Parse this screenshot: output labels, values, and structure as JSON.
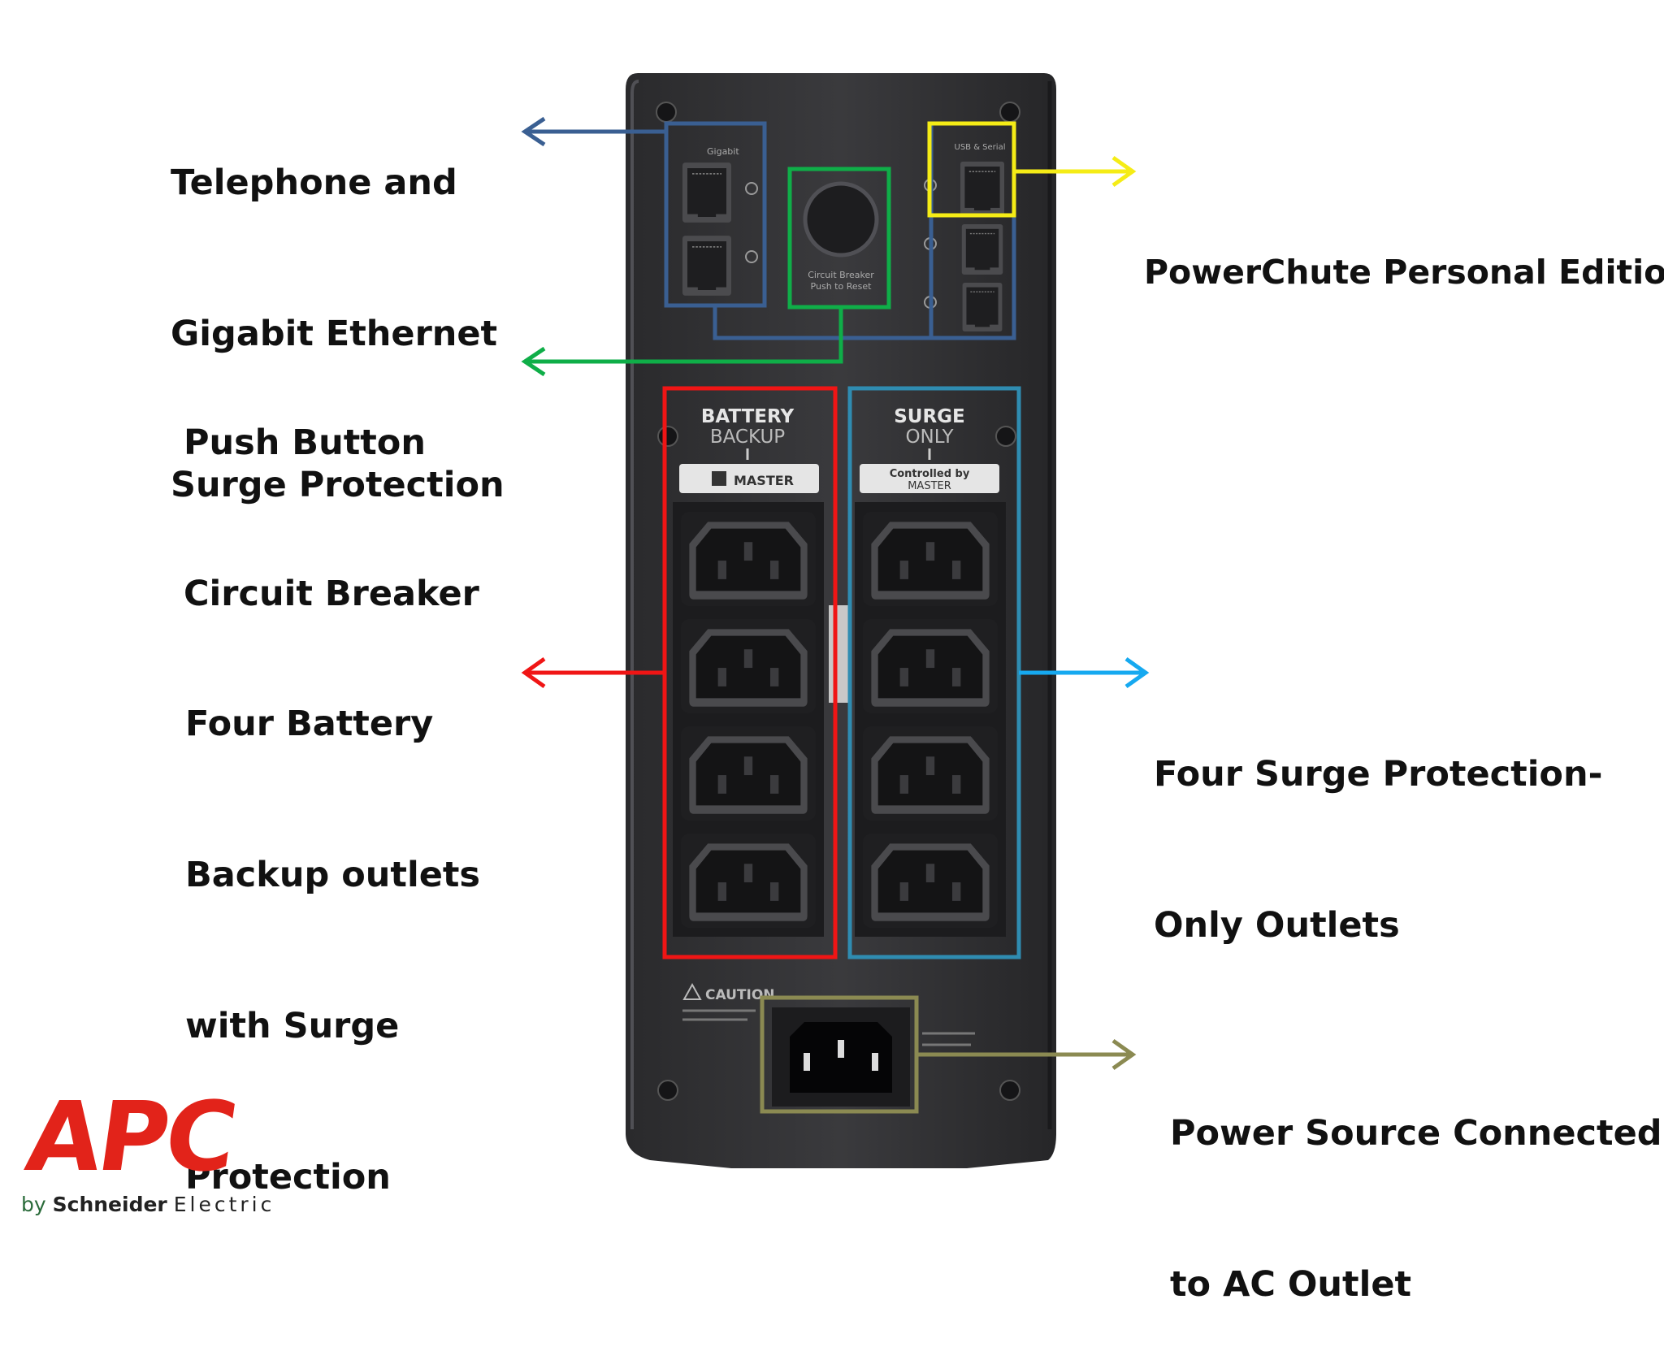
{
  "callouts": {
    "telephone": {
      "lines": [
        "Telephone and",
        "Gigabit Ethernet",
        "Surge Protection"
      ],
      "color": "#3a5f92"
    },
    "breaker": {
      "lines": [
        "Push Button",
        "Circuit Breaker"
      ],
      "color": "#0fae48"
    },
    "battery": {
      "lines": [
        "Four Battery",
        "Backup outlets",
        "with Surge",
        "Protection"
      ],
      "color": "#f01515"
    },
    "powerchute": {
      "lines": [
        "PowerChute Personal Edition"
      ],
      "color": "#f5ec16"
    },
    "surge": {
      "lines": [
        "Four Surge Protection-",
        "Only Outlets"
      ],
      "color": "#16a9f0"
    },
    "power": {
      "lines": [
        "Power Source Connected",
        "to AC Outlet"
      ],
      "color": "#8b8a52"
    }
  },
  "device": {
    "battery_label": {
      "line1": "BATTERY",
      "line2": "BACKUP",
      "tag": "MASTER"
    },
    "surge_label": {
      "line1": "SURGE",
      "line2": "ONLY",
      "tag1": "Controlled by",
      "tag2": "MASTER"
    },
    "gigabit_label": "Gigabit",
    "usb_label": "USB & Serial",
    "breaker_label1": "Circuit Breaker",
    "breaker_label2": "Push to Reset",
    "caution_label": "CAUTION"
  },
  "logo": {
    "brand": "APC",
    "tagline_by": "by",
    "tagline_name": "Schneider",
    "tagline_suffix": "Electric"
  }
}
